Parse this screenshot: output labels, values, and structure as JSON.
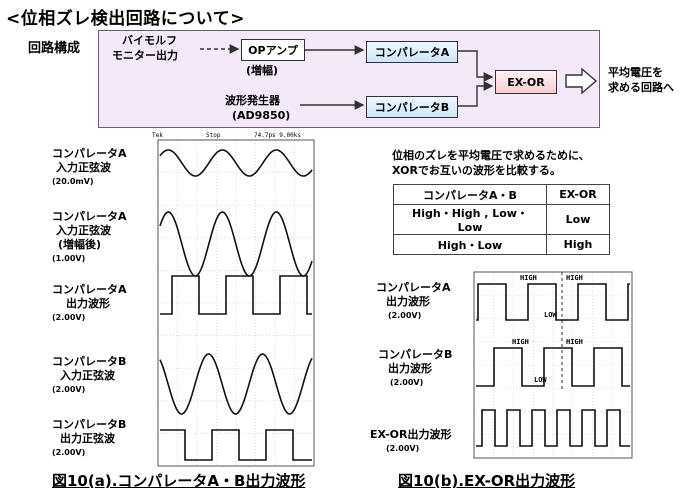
{
  "title": "<位相ズレ検出回路について>",
  "circuit": {
    "section_label": "回路構成",
    "bimorph_label_1": "バイモルフ",
    "bimorph_label_2": "モニター出力",
    "opamp_label": "OPアンプ",
    "opamp_sub": "(増幅)",
    "comparator_a": "コンパレータA",
    "generator_label": "波形発生器",
    "generator_sub": "(AD9850)",
    "comparator_b": "コンパレータB",
    "exor": "EX-OR",
    "output_1": "平均電圧を",
    "output_2": "求める回路へ"
  },
  "scope_a": {
    "header": {
      "left": "Tek",
      "middle": "Stop",
      "right": "74.7ps 9.00ks"
    },
    "rows": [
      {
        "label_1": "コンパレータA",
        "label_2": "入力正弦波",
        "scale": "(20.0mV)"
      },
      {
        "label_1": "コンパレータA",
        "label_2": "入力正弦波",
        "label_3": "(増幅後)",
        "scale": "(1.00V)"
      },
      {
        "label_1": "コンパレータA",
        "label_2": "出力波形",
        "scale": "(2.00V)"
      },
      {
        "label_1": "コンパレータB",
        "label_2": "入力正弦波",
        "scale": "(2.00V)"
      },
      {
        "label_1": "コンパレータB",
        "label_2": "出力正弦波",
        "scale": "(2.00V)"
      }
    ],
    "caption": "図10(a).コンパレータA・B出力波形"
  },
  "explanation": {
    "line_1": "位相のズレを平均電圧で求めるために、",
    "line_2": "XORでお互いの波形を比較する。"
  },
  "xor_table": {
    "headers": [
      "コンパレータA・B",
      "EX-OR"
    ],
    "rows": [
      [
        "High・High , Low・Low",
        "Low"
      ],
      [
        "High・Low",
        "High"
      ]
    ]
  },
  "scope_b": {
    "annotations": {
      "high_1": "HIGH",
      "high_2": "HIGH",
      "low_1": "LOW",
      "high_3": "HIGH",
      "high_4": "HIGH",
      "low_2": "LOW"
    },
    "rows": [
      {
        "label_1": "コンパレータA",
        "label_2": "出力波形",
        "scale": "(2.00V)"
      },
      {
        "label_1": "コンパレータB",
        "label_2": "出力波形",
        "scale": "(2.00V)"
      },
      {
        "label_1": "EX-OR出力波形",
        "scale": "(2.00V)"
      }
    ],
    "caption": "図10(b).EX-OR出力波形"
  }
}
